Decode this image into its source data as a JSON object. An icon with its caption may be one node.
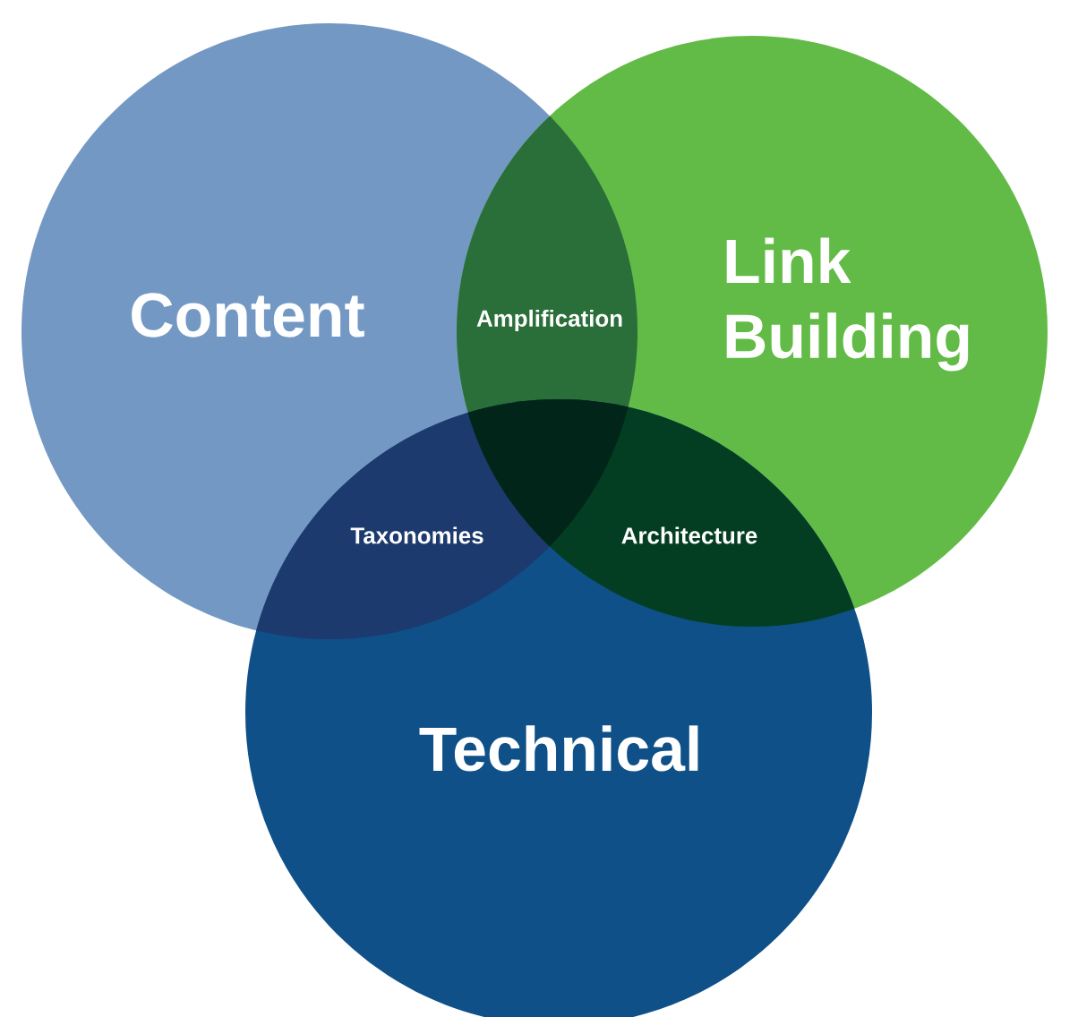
{
  "diagram": {
    "nodes": [
      {
        "text": [
          "Content"
        ]
      },
      {
        "text": [
          "Link Building"
        ]
      },
      {
        "text": [
          "Technical"
        ]
      }
    ],
    "labels": [
      "Amplification",
      "Taxonomies",
      "Architecture"
    ]
  }
}
